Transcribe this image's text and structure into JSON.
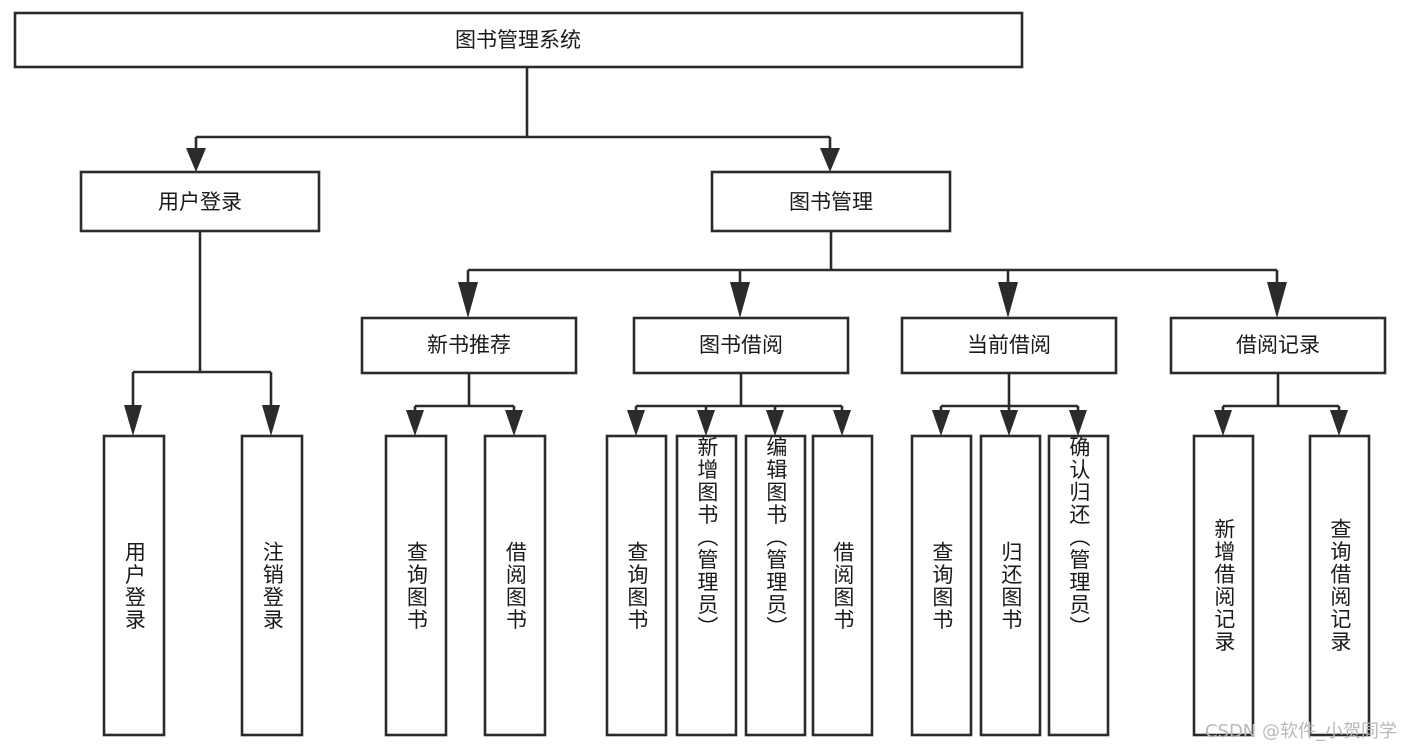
{
  "diagram": {
    "type": "tree-hierarchy",
    "title": "图书管理系统",
    "background_color": "#ffffff",
    "line_color": "#2b2b2b",
    "text_color": "#1a1a1a",
    "root": {
      "id": "root",
      "label": "图书管理系统",
      "orientation": "horizontal"
    },
    "level2": [
      {
        "id": "user-login",
        "label": "用户登录",
        "orientation": "horizontal"
      },
      {
        "id": "book-management",
        "label": "图书管理",
        "orientation": "horizontal"
      }
    ],
    "level3": [
      {
        "id": "new-book-recommend",
        "label": "新书推荐",
        "orientation": "horizontal",
        "parent": "book-management"
      },
      {
        "id": "book-borrow",
        "label": "图书借阅",
        "orientation": "horizontal",
        "parent": "book-management"
      },
      {
        "id": "current-borrow",
        "label": "当前借阅",
        "orientation": "horizontal",
        "parent": "book-management"
      },
      {
        "id": "borrow-record",
        "label": "借阅记录",
        "orientation": "horizontal",
        "parent": "book-management"
      }
    ],
    "leaves": {
      "user-login": [
        {
          "id": "leaf-user-login",
          "label": "用户登录",
          "orientation": "vertical"
        },
        {
          "id": "leaf-logout",
          "label": "注销登录",
          "orientation": "vertical"
        }
      ],
      "new-book-recommend": [
        {
          "id": "leaf-query-book-1",
          "label": "查询图书",
          "orientation": "vertical"
        },
        {
          "id": "leaf-borrow-book-1",
          "label": "借阅图书",
          "orientation": "vertical"
        }
      ],
      "book-borrow": [
        {
          "id": "leaf-query-book-2",
          "label": "查询图书",
          "orientation": "vertical"
        },
        {
          "id": "leaf-add-book",
          "label": "新增图书（管理员）",
          "orientation": "vertical"
        },
        {
          "id": "leaf-edit-book",
          "label": "编辑图书（管理员）",
          "orientation": "vertical"
        },
        {
          "id": "leaf-borrow-book-2",
          "label": "借阅图书",
          "orientation": "vertical"
        }
      ],
      "current-borrow": [
        {
          "id": "leaf-query-book-3",
          "label": "查询图书",
          "orientation": "vertical"
        },
        {
          "id": "leaf-return-book",
          "label": "归还图书",
          "orientation": "vertical"
        },
        {
          "id": "leaf-confirm-return",
          "label": "确认归还（管理员）",
          "orientation": "vertical"
        }
      ],
      "borrow-record": [
        {
          "id": "leaf-add-record",
          "label": "新增借阅记录",
          "orientation": "vertical"
        },
        {
          "id": "leaf-query-record",
          "label": "查询借阅记录",
          "orientation": "vertical"
        }
      ]
    }
  },
  "watermark": {
    "text": "CSDN @软件_小贺同学"
  }
}
